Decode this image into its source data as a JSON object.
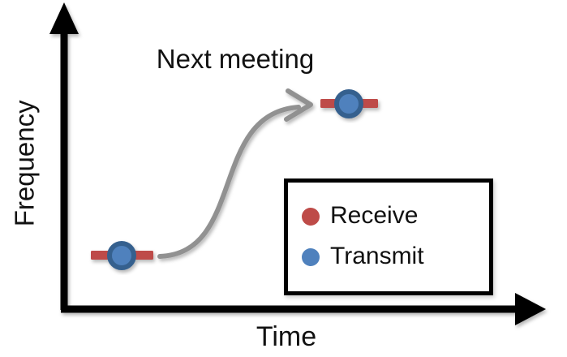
{
  "diagram": {
    "annotation": "Next meeting",
    "y_axis_label": "Frequency",
    "x_axis_label": "Time",
    "legend": {
      "items": [
        {
          "label": "Receive",
          "color": "#BE4B48"
        },
        {
          "label": "Transmit",
          "color": "#4F81BD"
        }
      ]
    },
    "colors": {
      "receive_bar": "#BE4B48",
      "transmit_fill": "#4F81BD",
      "transmit_ring": "#36618E",
      "flow_arrow": "#919191",
      "axis": "#000000"
    },
    "points": [
      {
        "id": "current-meeting",
        "description": "early time, low frequency"
      },
      {
        "id": "next-meeting",
        "description": "later time, high frequency"
      }
    ]
  }
}
